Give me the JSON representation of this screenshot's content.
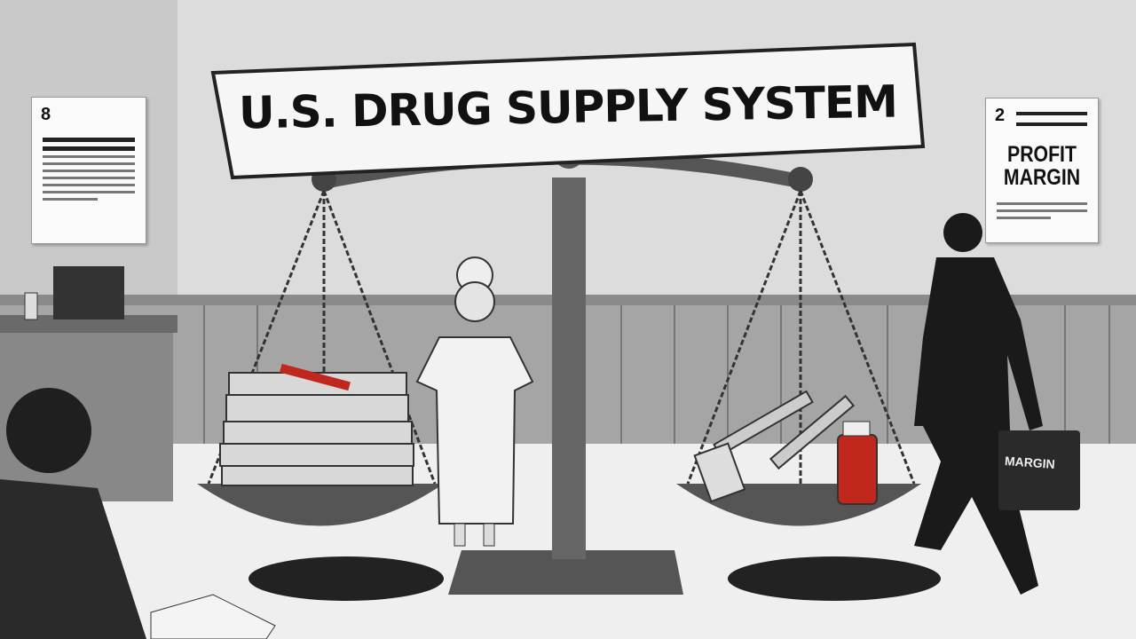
{
  "banner": {
    "title": "U.S. DRUG SUPPLY SYSTEM"
  },
  "poster_left": {
    "number": "8"
  },
  "poster_right": {
    "number": "2",
    "headline": "PROFIT MARGIN"
  },
  "briefcase": {
    "label": "MARGIN"
  },
  "colors": {
    "background": "#e8e8e8",
    "accent_red": "#c0281e",
    "ink": "#111111"
  }
}
